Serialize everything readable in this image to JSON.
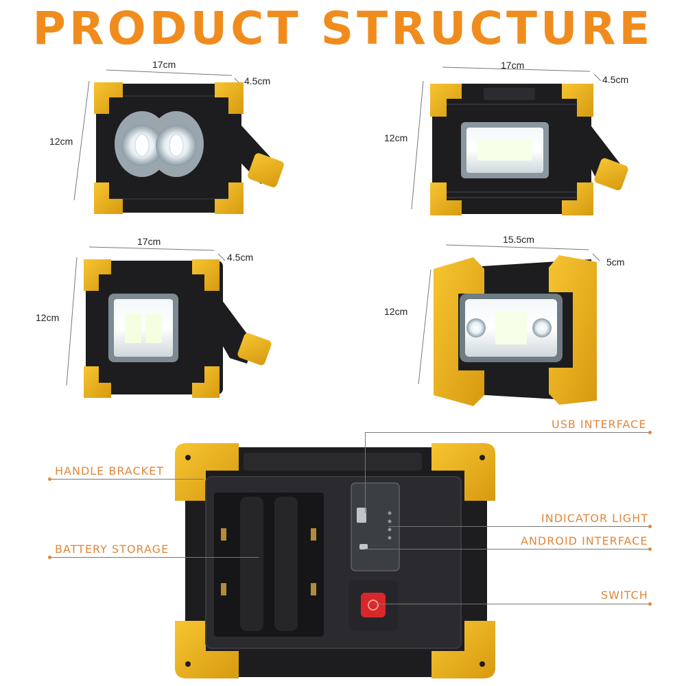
{
  "title": "PRODUCT STRUCTURE",
  "colors": {
    "title": "#f08c1e",
    "housing_yellow": "#f2b519",
    "housing_black": "#1d1d1f",
    "switch_red": "#d8272a"
  },
  "products": [
    {
      "width": "17cm",
      "depth": "4.5cm",
      "height": "12cm"
    },
    {
      "width": "17cm",
      "depth": "4.5cm",
      "height": "12cm"
    },
    {
      "width": "17cm",
      "depth": "4.5cm",
      "height": "12cm"
    },
    {
      "width": "15.5cm",
      "depth": "5cm",
      "height": "12cm"
    }
  ],
  "callouts": {
    "usb": "USB INTERFACE",
    "handle": "HANDLE BRACKET",
    "indicator": "INDICATOR LIGHT",
    "battery": "BATTERY STORAGE",
    "android": "ANDROID INTERFACE",
    "switch": "SWITCH"
  }
}
